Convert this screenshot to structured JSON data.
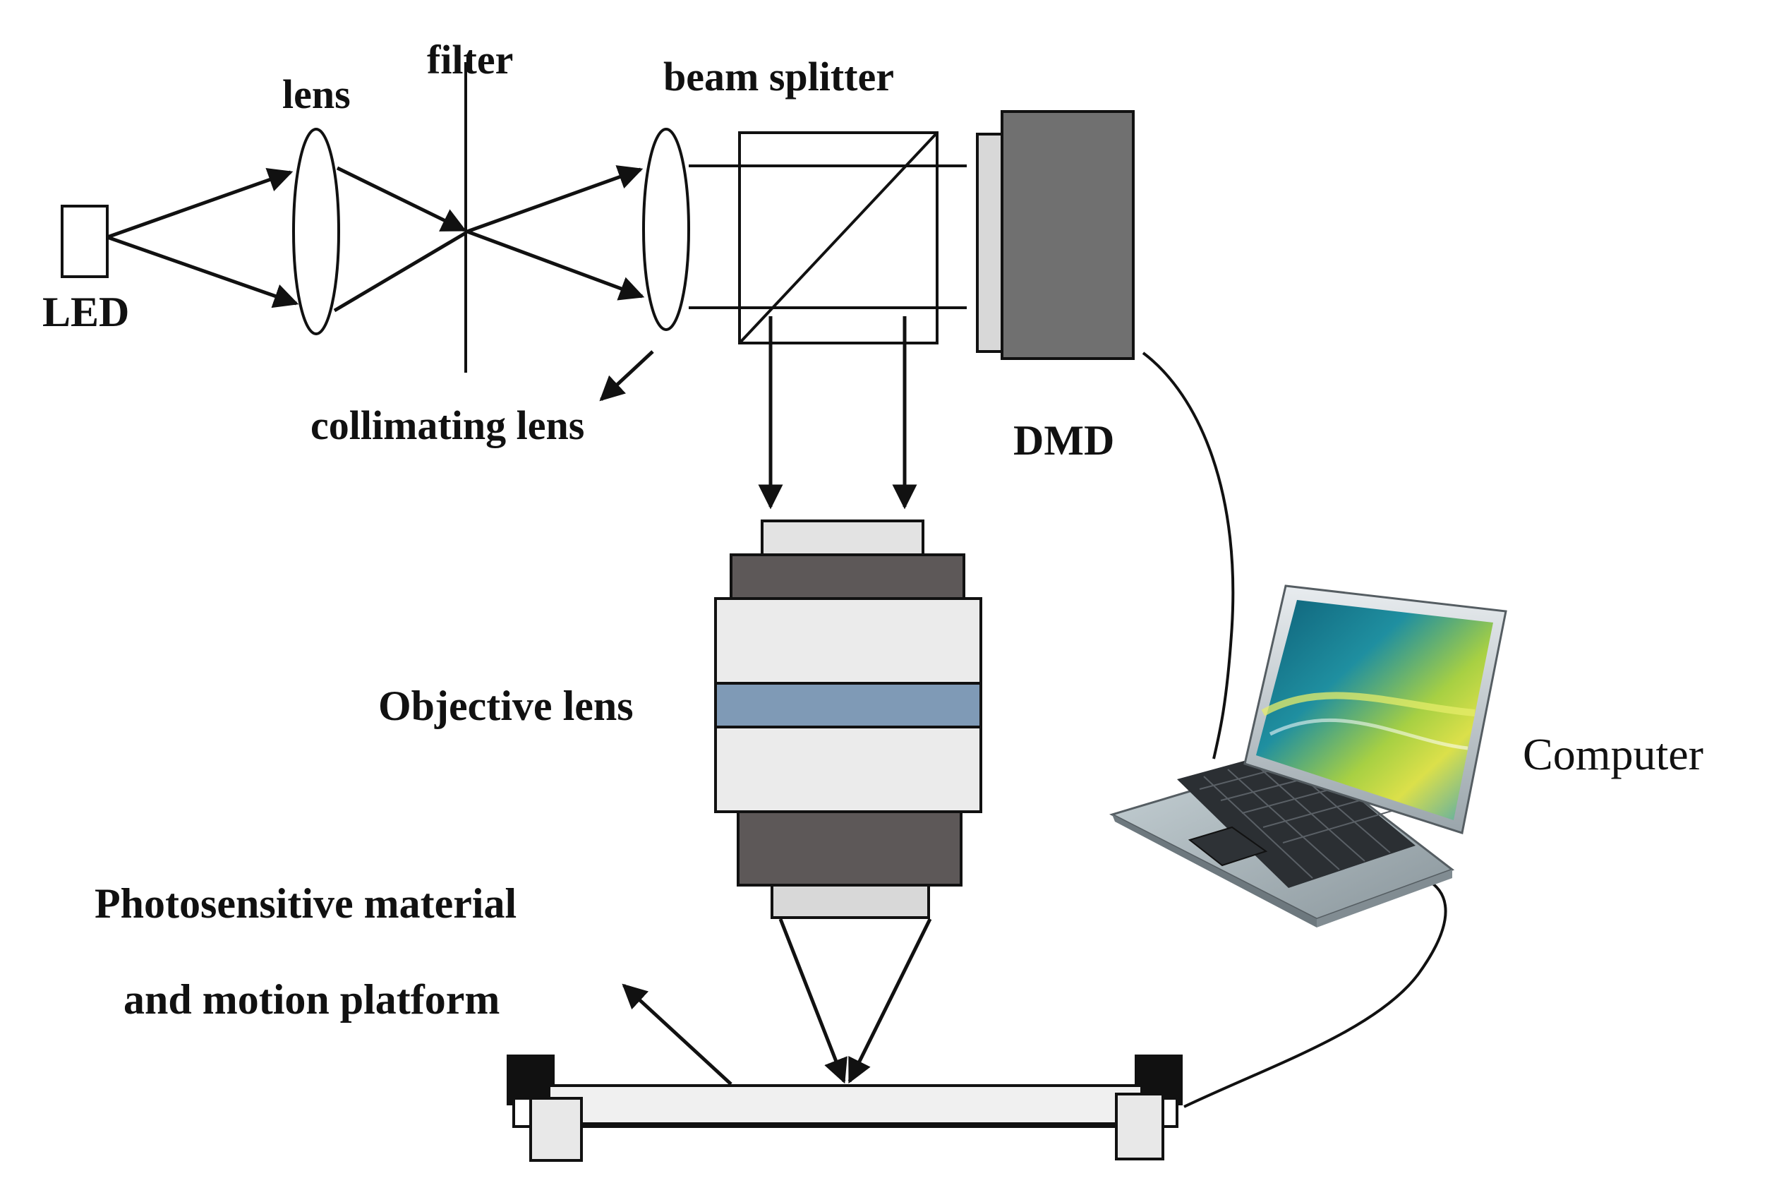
{
  "labels": {
    "led": "LED",
    "lens": "lens",
    "filter": "filter",
    "beam_splitter": "beam splitter",
    "collimating_lens": "collimating lens",
    "dmd": "DMD",
    "objective_lens": "Objective lens",
    "computer": "Computer",
    "platform_line1": "Photosensitive material",
    "platform_line2": "and motion platform"
  },
  "colors": {
    "line": "#111111",
    "dmd_body": "#707070",
    "dmd_face": "#d8d8d8",
    "objective_dark": "#5d5858",
    "objective_light": "#ebebeb",
    "objective_band": "#7f9ab6",
    "platform_block": "#111111",
    "screen_green": "#7fc241",
    "screen_teal": "#1f8fa0"
  },
  "icons": [
    "led-source-icon",
    "laptop-computer-icon"
  ]
}
